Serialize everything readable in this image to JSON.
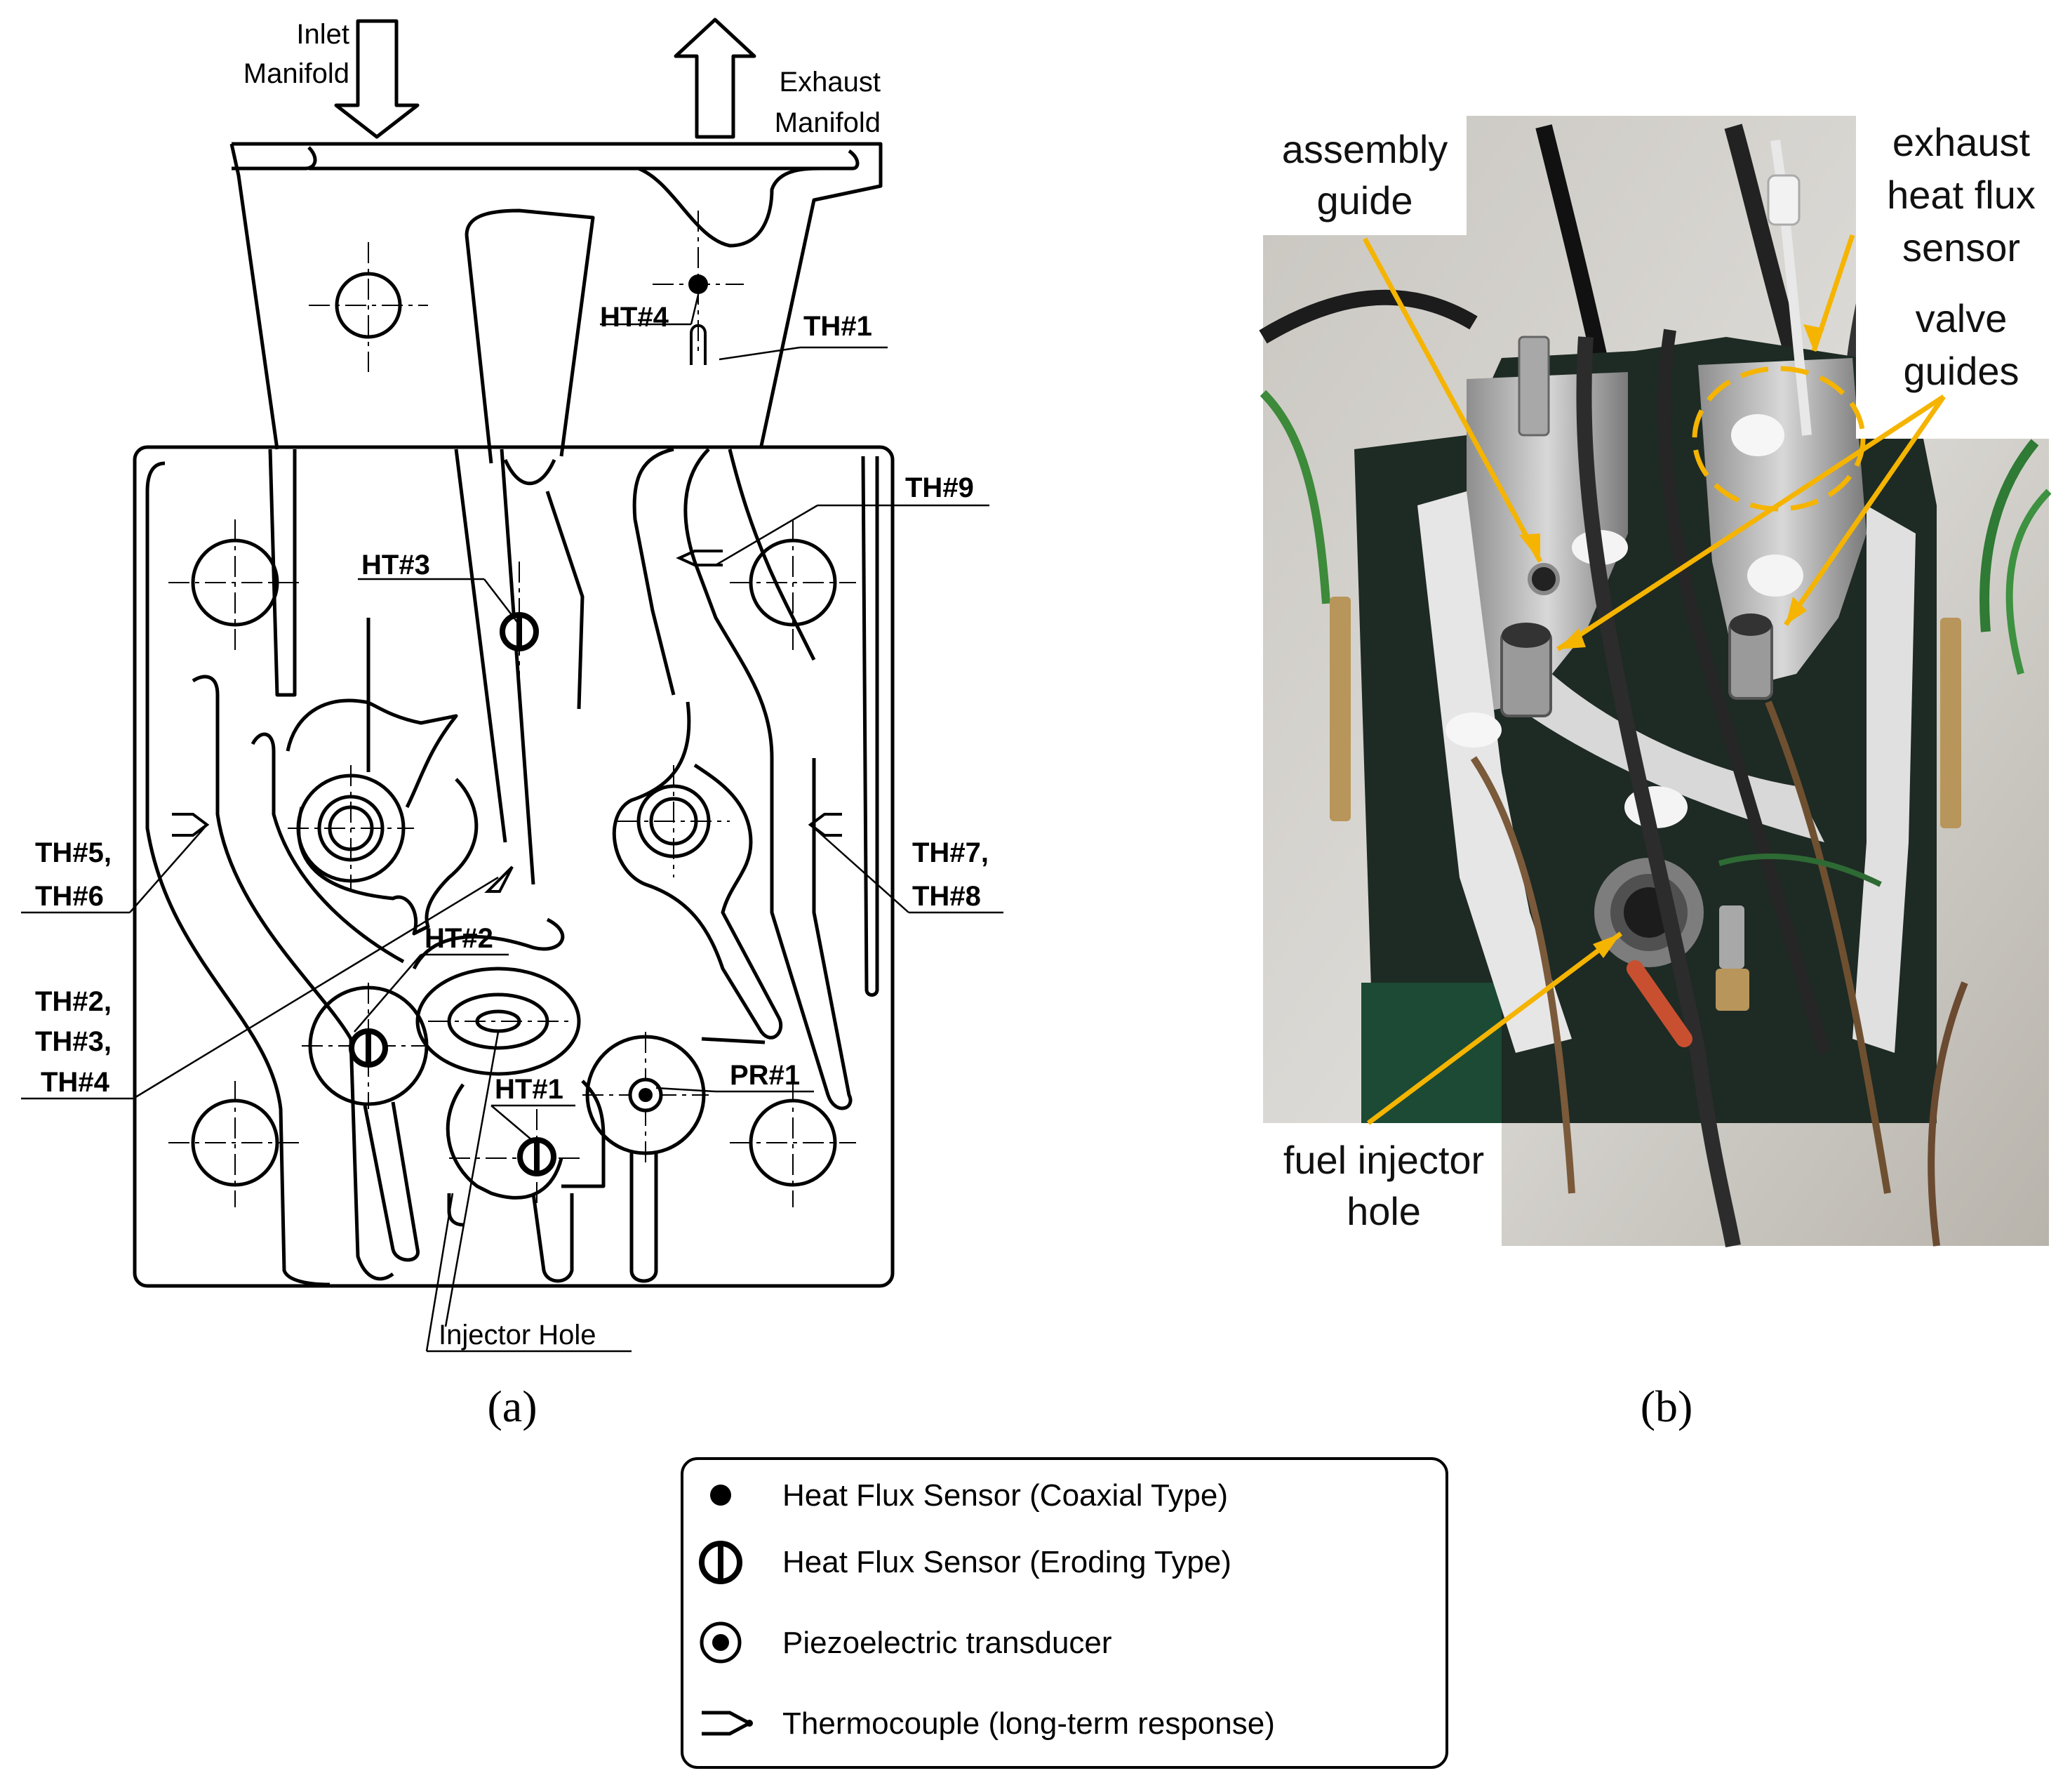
{
  "panel_a": {
    "caption": "(a)",
    "inlet": "Inlet Manifold",
    "inlet_lines": [
      "Inlet",
      "Manifold"
    ],
    "exhaust": "Exhaust Manifold",
    "exhaust_lines": [
      "Exhaust",
      "Manifold"
    ],
    "labels": {
      "ht4": "HT#4",
      "th1": "TH#1",
      "th9": "TH#9",
      "ht3": "HT#3",
      "th56_a": "TH#5,",
      "th56_b": "TH#6",
      "th78_a": "TH#7,",
      "th78_b": "TH#8",
      "ht2": "HT#2",
      "th234_a": "TH#2,",
      "th234_b": "TH#3,",
      "th234_c": "TH#4",
      "ht1": "HT#1",
      "pr1": "PR#1",
      "injector": "Injector Hole"
    }
  },
  "panel_b": {
    "caption": "(b)",
    "labels": {
      "assembly_1": "assembly",
      "assembly_2": "guide",
      "exhaust_1": "exhaust",
      "exhaust_2": "heat flux",
      "exhaust_3": "sensor",
      "valve_1": "valve",
      "valve_2": "guides",
      "fuel_1": "fuel injector",
      "fuel_2": "hole"
    },
    "annotation_color": "#f5b400"
  },
  "legend": {
    "items": [
      {
        "icon": "filled-dot-icon",
        "label": "Heat Flux Sensor (Coaxial Type)"
      },
      {
        "icon": "eroding-sensor-icon",
        "label": "Heat Flux Sensor (Eroding Type)"
      },
      {
        "icon": "piezo-transducer-icon",
        "label": "Piezoelectric transducer"
      },
      {
        "icon": "thermocouple-icon",
        "label": "Thermocouple (long-term response)"
      }
    ]
  }
}
